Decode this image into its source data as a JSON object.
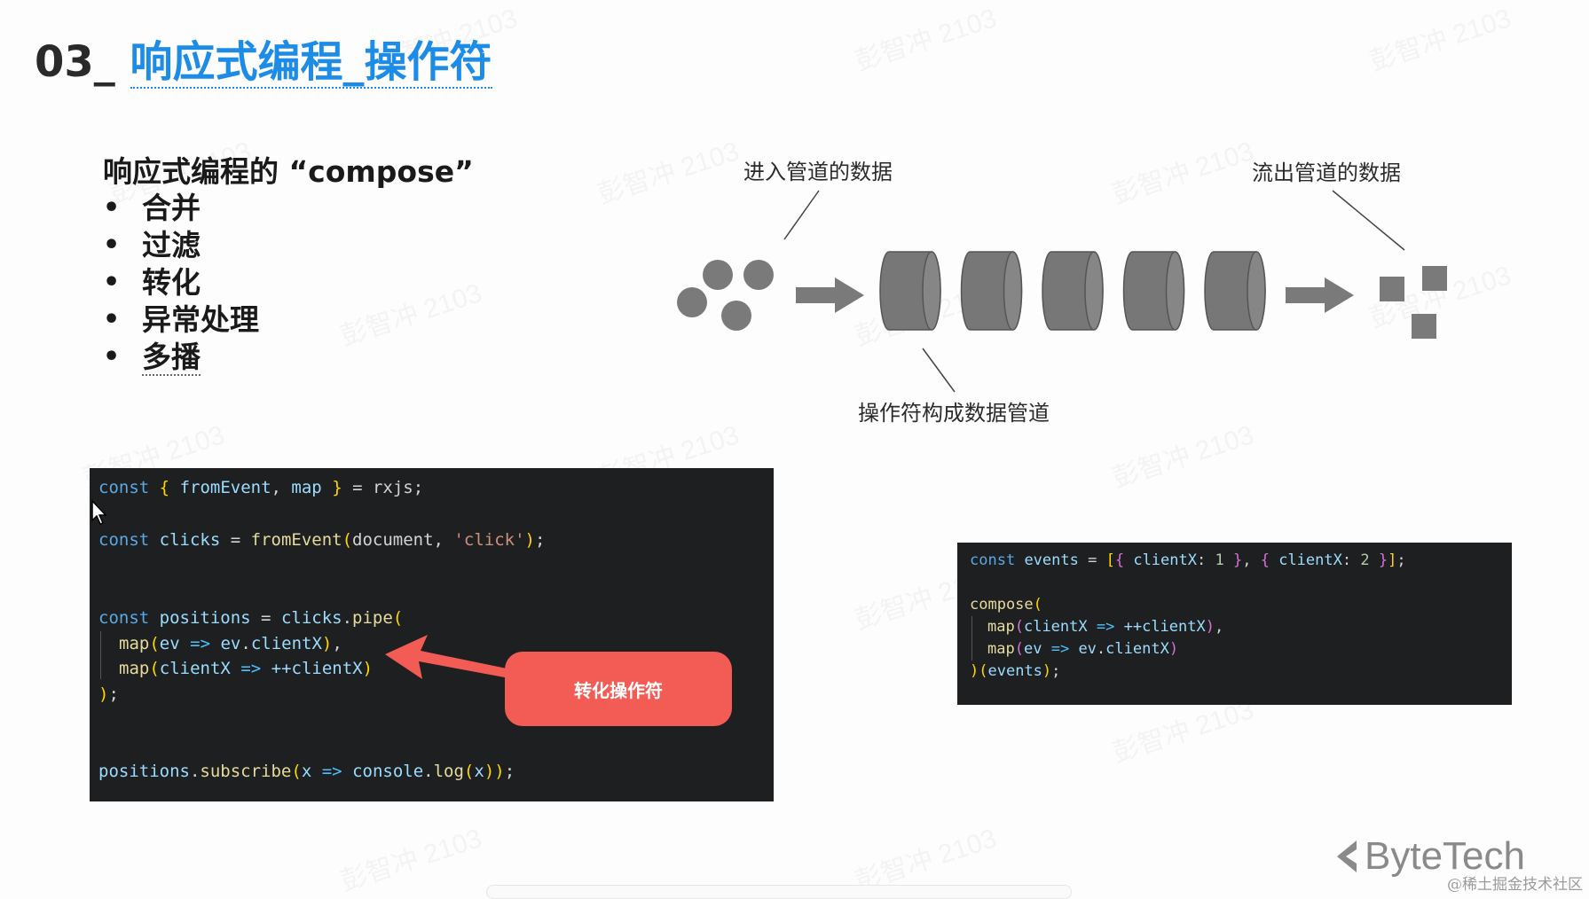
{
  "title": {
    "number": "03_",
    "topic": "响应式编程_操作符"
  },
  "compose_section": {
    "heading": "响应式编程的 “compose”",
    "bullet_symbol": "•",
    "items": [
      "合并",
      "过滤",
      "转化",
      "异常处理",
      "多播"
    ]
  },
  "diagram": {
    "label_input": "进入管道的数据",
    "label_output": "流出管道的数据",
    "label_pipeline": "操作符构成数据管道",
    "cylinder_count": 5,
    "shape_color": "#777777"
  },
  "code_main": {
    "lines": [
      [
        "const",
        " ",
        "{",
        " ",
        "fromEvent",
        ", ",
        "map",
        " ",
        "}",
        " = ",
        "rxjs",
        ";"
      ],
      [
        "const",
        " ",
        "clicks",
        " = ",
        "fromEvent",
        "(",
        "document",
        ", ",
        "'click'",
        ")",
        ";"
      ],
      [
        "const",
        " ",
        "positions",
        " = ",
        "clicks",
        ".",
        "pipe",
        "("
      ],
      [
        "map",
        "(",
        "ev",
        " ",
        "=>",
        " ",
        "ev",
        ".",
        "clientX",
        ")",
        ","
      ],
      [
        "map",
        "(",
        "clientX",
        " ",
        "=>",
        " ",
        "++clientX",
        ")"
      ],
      [
        ")",
        ";"
      ],
      [
        "positions",
        ".",
        "subscribe",
        "(",
        "x",
        " ",
        "=>",
        " ",
        "console",
        ".",
        "log",
        "(",
        "x",
        ")",
        ")",
        ";"
      ]
    ],
    "callout": "转化操作符"
  },
  "code_compose": {
    "lines": [
      [
        "const",
        " ",
        "events",
        " = ",
        "[",
        "{",
        " ",
        "clientX",
        ": ",
        "1",
        " ",
        "}",
        ", ",
        "{",
        " ",
        "clientX",
        ": ",
        "2",
        " ",
        "}",
        "]",
        ";"
      ],
      [
        "compose",
        "("
      ],
      [
        "map",
        "(",
        "clientX",
        " ",
        "=>",
        " ",
        "++clientX",
        ")",
        ","
      ],
      [
        "map",
        "(",
        "ev",
        " ",
        "=>",
        " ",
        "ev",
        ".",
        "clientX",
        ")"
      ],
      [
        ")",
        "(",
        "events",
        ")",
        ";"
      ]
    ]
  },
  "footer": {
    "brand": "ByteTech",
    "credit": "@稀土掘金技术社区"
  },
  "watermark": "彭智冲 2103",
  "colors": {
    "accent": "#1d8ce6",
    "callout": "#f25c54",
    "code_bg": "#1d1f21"
  }
}
